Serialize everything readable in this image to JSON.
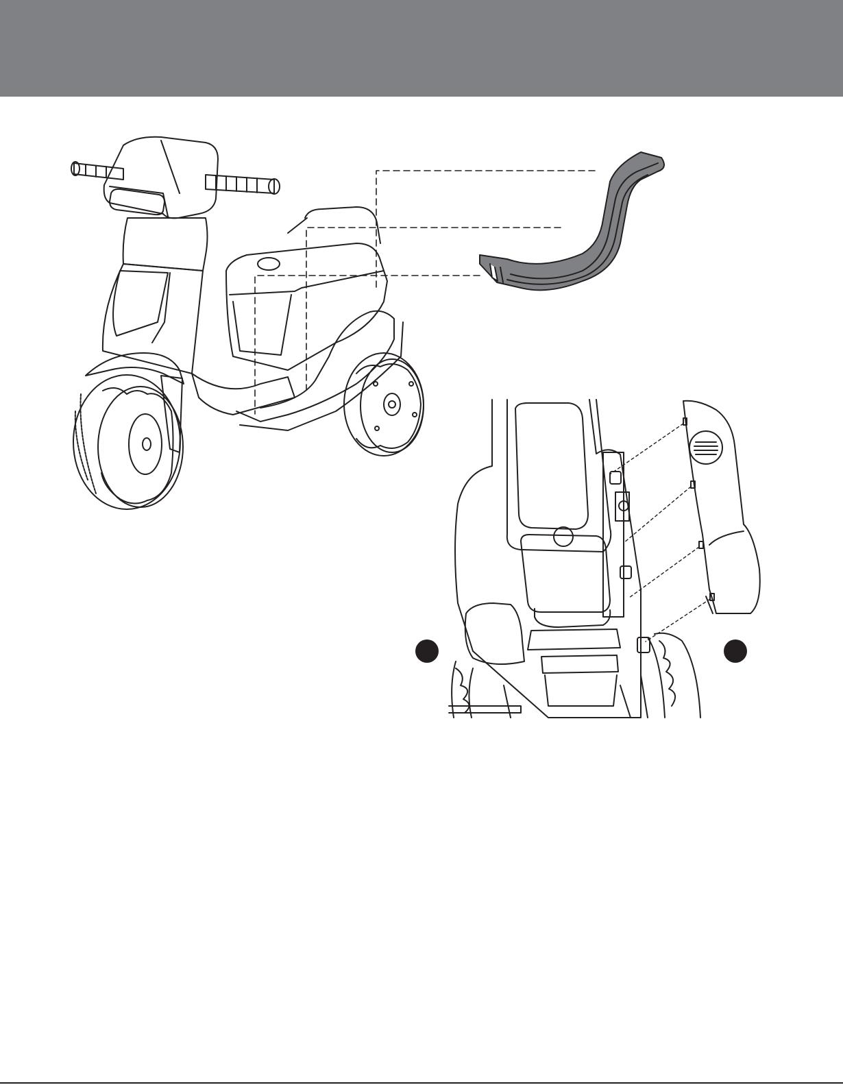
{
  "page": {
    "header_color": "#808184",
    "line_color": "#231f20",
    "part_fill_color": "#808184"
  },
  "figures": [
    {
      "id": "scooter-overview",
      "icon": "ride-on-scooter-illustration"
    },
    {
      "id": "seat-part",
      "icon": "seat-part-illustration"
    },
    {
      "id": "side-cover-detail",
      "icon": "side-cover-assembly-illustration"
    }
  ],
  "callouts": [
    {
      "id": "left-marker",
      "label": ""
    },
    {
      "id": "right-marker",
      "label": ""
    }
  ]
}
